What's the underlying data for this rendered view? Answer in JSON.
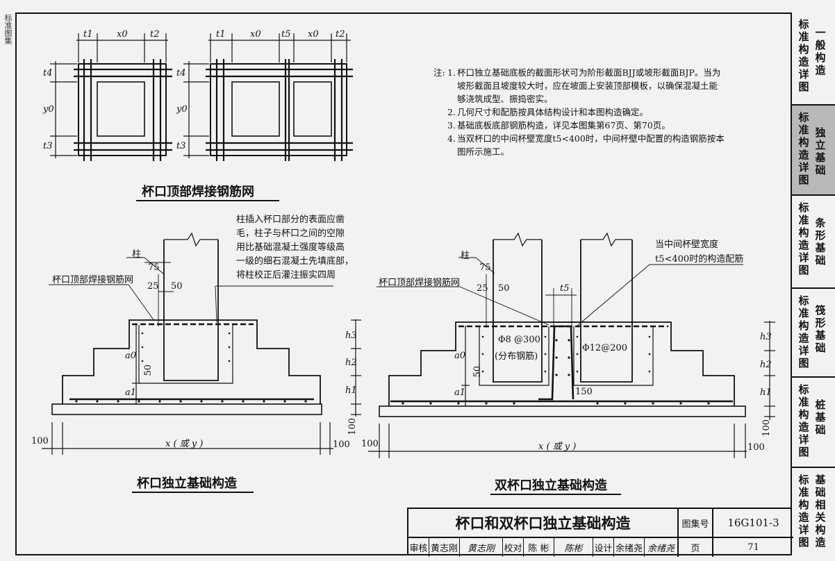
{
  "left_strip_text": "标准图集",
  "notes": {
    "lead": "注:",
    "items": [
      {
        "num": "1.",
        "text": "杯口独立基础底板的截面形状可为阶形截面BJJ或坡形截面BJP。当为坡形截面且坡度较大时，应在坡面上安装顶部模板，以确保混凝土能够浇筑成型、振捣密实。"
      },
      {
        "num": "2.",
        "text": "几何尺寸和配筋按具体结构设计和本图构造确定。"
      },
      {
        "num": "3.",
        "text": "基础底板底部钢筋构造，详见本图集第67页、第70页。"
      },
      {
        "num": "4.",
        "text": "当双杯口的中间杯壁宽度t5<400时，中间杯壁中配置的构造钢筋按本图所示施工。"
      }
    ]
  },
  "plan": {
    "caption": "杯口顶部焊接钢筋网",
    "dims_single": [
      "t1",
      "x0",
      "t2"
    ],
    "dims_double": [
      "t1",
      "x0",
      "t5",
      "x0",
      "t2"
    ],
    "dims_vert": [
      "t4",
      "y0",
      "t3"
    ]
  },
  "left_section": {
    "caption": "杯口独立基础构造",
    "col_label": "柱",
    "mesh_label": "杯口顶部焊接钢筋网",
    "note": "柱插入杯口部分的表面应凿毛，柱子与杯口之间的空隙用比基础混凝土强度等级高一级的细石混凝土先填底部，将柱校正后灌注振实四周",
    "note_lines": [
      "柱插入杯口部分的表面应凿",
      "毛，柱子与杯口之间的空隙",
      "用比基础混凝土强度等级高",
      "一级的细石混凝土先填底部，",
      "将柱校正后灌注振实四周"
    ],
    "d75": "75",
    "d25": "25",
    "d50": "50",
    "d50b": "50",
    "a0": "a0",
    "a1": "a1",
    "h1": "h1",
    "h2": "h2",
    "h3": "h3",
    "left100": "100",
    "right100": "100",
    "bot100": "100",
    "xlabel": "x ( 或 y )"
  },
  "right_section": {
    "caption": "双杯口独立基础构造",
    "col_label": "柱",
    "mesh_label": "杯口顶部焊接钢筋网",
    "wall_note_1": "当中间杯壁宽度",
    "wall_note_2": "t5<400时的构造配筋",
    "t5": "t5",
    "bar1": "Φ8 @300",
    "bar1_sub": "(分布钢筋)",
    "bar2": "Φ12@200",
    "d150": "150",
    "d75": "75",
    "d25": "25",
    "d50": "50",
    "d50b": "50",
    "a0": "a0",
    "a1": "a1",
    "h1": "h1",
    "h2": "h2",
    "h3": "h3",
    "left100": "100",
    "right100": "100",
    "bot100": "100",
    "xlabel": "x ( 或 y )"
  },
  "index_tabs": [
    {
      "a": "标准构造详图",
      "b": "一般构造",
      "active": false
    },
    {
      "a": "标准构造详图",
      "b": "独立基础",
      "active": true
    },
    {
      "a": "标准构造详图",
      "b": "条形基础",
      "active": false
    },
    {
      "a": "标准构造详图",
      "b": "筏形基础",
      "active": false
    },
    {
      "a": "标准构造详图",
      "b": "桩基础",
      "active": false
    },
    {
      "a": "标准构造详图",
      "b": "基础相关构造",
      "active": false
    }
  ],
  "title_block": {
    "title": "杯口和双杯口独立基础构造",
    "atlas_label": "图集号",
    "atlas_no": "16G101-3",
    "review_label": "审核",
    "reviewer": "黄志刚",
    "reviewer_sign": "黄志刚",
    "check_label": "校对",
    "checker": "陈 彬",
    "checker_sign": "陈彬",
    "design_label": "设计",
    "designer": "余绪尧",
    "designer_sign": "余绪尧",
    "page_label": "页",
    "page_no": "71"
  }
}
